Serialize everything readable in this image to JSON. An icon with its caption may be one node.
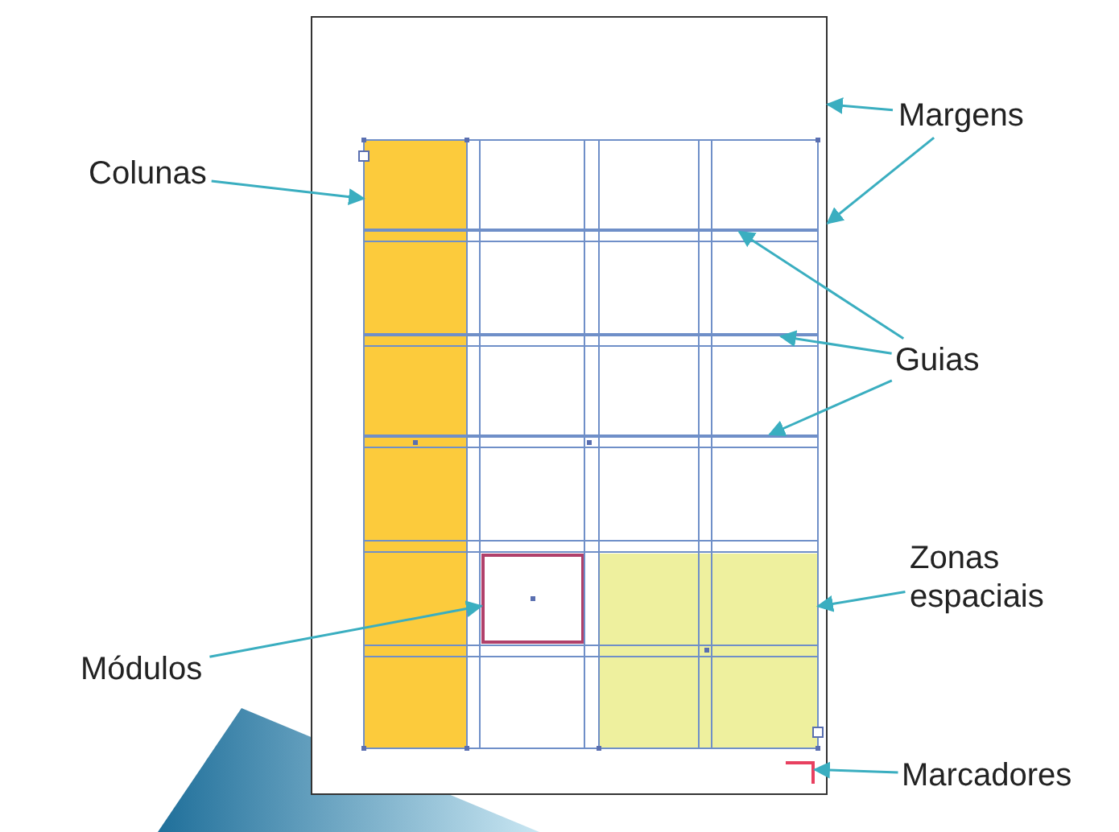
{
  "diagram": {
    "nodes": [
      {
        "text": [
          "Colunas"
        ]
      },
      {
        "text": [
          "Margens"
        ]
      },
      {
        "text": [
          "Guias"
        ]
      },
      {
        "text": [
          "Zonas espaciais"
        ]
      },
      {
        "text": [
          "Módulos"
        ]
      },
      {
        "text": [
          "Marcadores"
        ]
      },
      {
        "text": [],
        "shape": "box"
      },
      {
        "text": [],
        "shape": "bar",
        "in": 6
      },
      {
        "text": [],
        "shape": "box",
        "in": 6
      },
      {
        "text": [],
        "shape": "box",
        "in": 6
      },
      {
        "text": [],
        "shape": "mark",
        "in": 6
      },
      {
        "text": [],
        "shape": "line",
        "in": 6
      },
      {
        "text": [],
        "shape": "line",
        "in": 6
      },
      {
        "text": [],
        "shape": "line",
        "in": 6
      }
    ],
    "edges": [
      {
        "from": 0,
        "to": 7,
        "arrow": "to"
      },
      {
        "from": 1,
        "to": 6,
        "arrow": "to"
      },
      {
        "from": 1,
        "to": 6,
        "arrow": "to"
      },
      {
        "from": 2,
        "to": 11,
        "arrow": "to"
      },
      {
        "from": 2,
        "to": 12,
        "arrow": "to"
      },
      {
        "from": 2,
        "to": 13,
        "arrow": "to"
      },
      {
        "from": 3,
        "to": 9,
        "arrow": "to"
      },
      {
        "from": 4,
        "to": 8,
        "arrow": "to"
      },
      {
        "from": 5,
        "to": 10,
        "arrow": "to"
      }
    ]
  }
}
